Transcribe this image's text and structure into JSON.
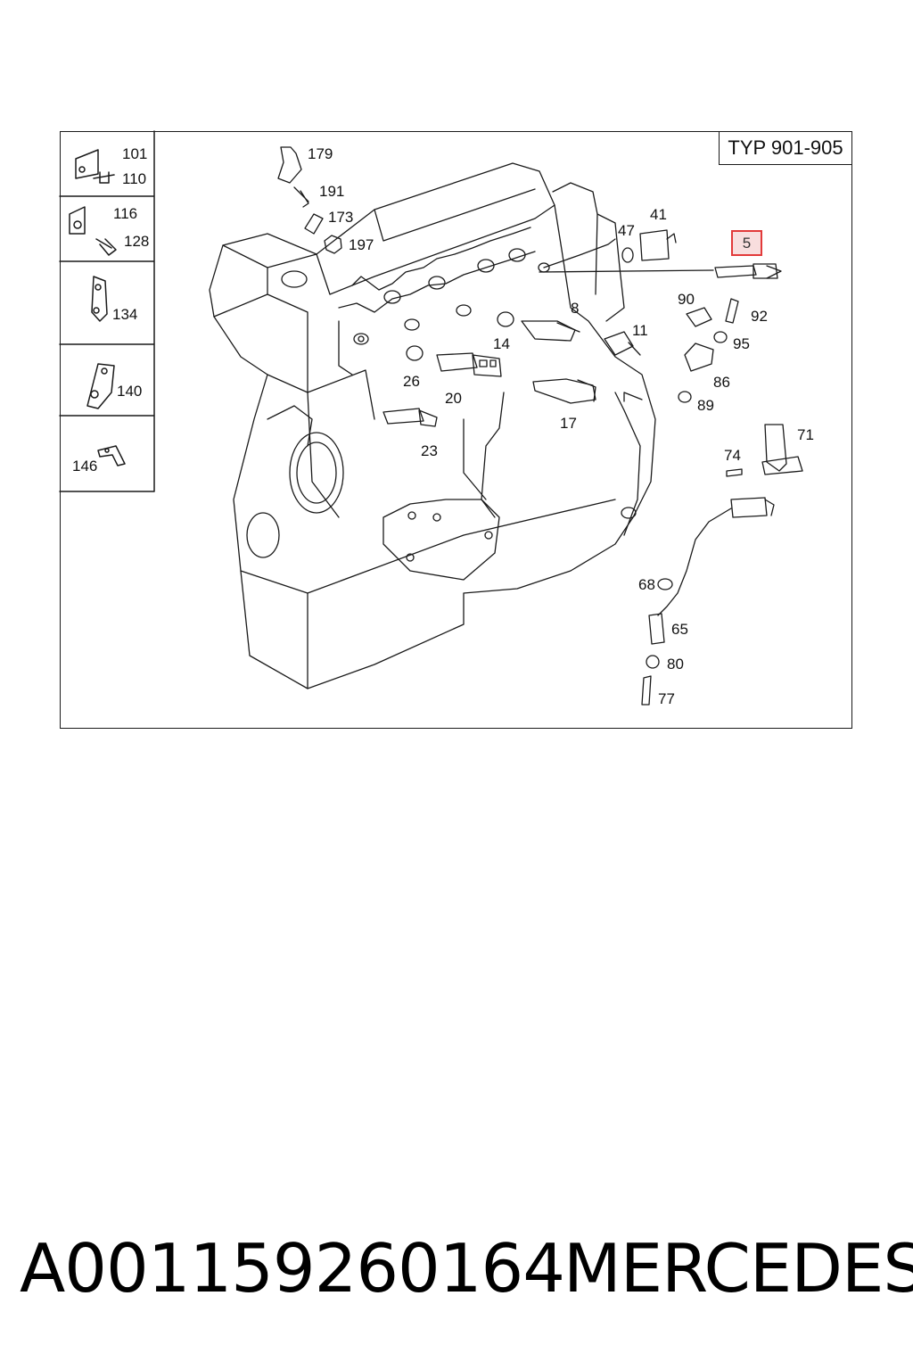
{
  "diagram": {
    "type_label": "TYP 901-905",
    "highlighted_part": "5",
    "inset_callouts": [
      "101",
      "110",
      "116",
      "128",
      "134",
      "140",
      "146"
    ],
    "callouts": [
      "179",
      "191",
      "173",
      "197",
      "47",
      "41",
      "8",
      "14",
      "26",
      "20",
      "23",
      "17",
      "11",
      "90",
      "92",
      "95",
      "86",
      "89",
      "71",
      "74",
      "68",
      "65",
      "80",
      "77"
    ]
  },
  "caption": {
    "part_number": "A001159260164",
    "brand": "MERCEDES"
  }
}
